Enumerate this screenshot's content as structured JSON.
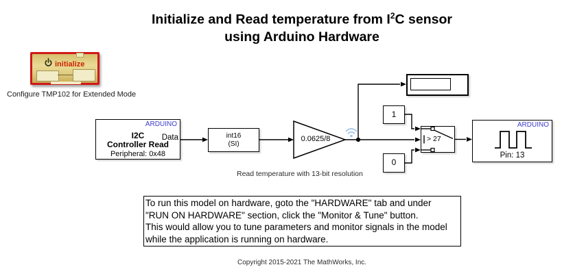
{
  "title": {
    "pre": "Initialize and Read temperature from I",
    "sup": "2",
    "post": "C sensor",
    "line2": "using Arduino Hardware"
  },
  "init_block": {
    "label": "initialize",
    "caption": "Configure TMP102 for Extended Mode"
  },
  "i2c_block": {
    "vendor": "ARDUINO",
    "name_line1": "I2C",
    "name_line2": "Controller Read",
    "detail": "Peripheral: 0x48",
    "out_port": "Data"
  },
  "convert_block": {
    "line1": "int16",
    "line2": "(SI)"
  },
  "gain_block": {
    "value": "0.0625/8"
  },
  "const_one": {
    "value": "1"
  },
  "const_zero": {
    "value": "0"
  },
  "switch_block": {
    "criteria": "> 27"
  },
  "output_block": {
    "vendor": "ARDUINO",
    "detail": "Pin: 13"
  },
  "notes": {
    "resolution": "Read temperature with 13-bit resolution",
    "hardware_lines": [
      "To run this model on hardware, goto the \"HARDWARE\" tab and under",
      "\"RUN ON HARDWARE\" section, click the \"Monitor & Tune\" button.",
      "This would allow you to tune parameters and monitor signals in the model",
      "while the application is running on hardware."
    ],
    "copyright": "Copyright 2015-2021 The MathWorks, Inc."
  },
  "colors": {
    "arduino_blue": "#3b3bd0",
    "init_border_red": "#d01818",
    "init_text_red": "#cc2200",
    "wifi_badge_blue": "#9fc2e8"
  }
}
